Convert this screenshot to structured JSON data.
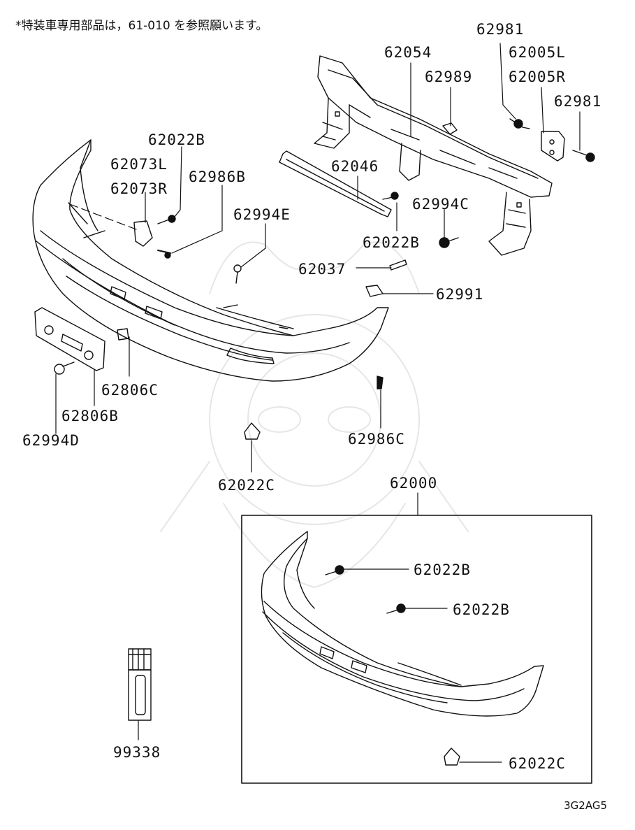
{
  "note": "*特装車専用部品は，61-010 を参照願います。",
  "diagram_code": "3G2AG5",
  "parts": {
    "p62981a": "62981",
    "p62054": "62054",
    "p62005L": "62005L",
    "p62989": "62989",
    "p62005R": "62005R",
    "p62981b": "62981",
    "p62022B_a": "62022B",
    "p62073L": "62073L",
    "p62986B": "62986B",
    "p62046": "62046",
    "p62073R": "62073R",
    "p62994C": "62994C",
    "p62994E": "62994E",
    "p62022B_b": "62022B",
    "p62037": "62037",
    "p62991": "62991",
    "p62806C": "62806C",
    "p62806B": "62806B",
    "p62994D": "62994D",
    "p62986C": "62986C",
    "p62022C_a": "62022C",
    "p62000": "62000",
    "p62022B_c": "62022B",
    "p62022B_d": "62022B",
    "p62022C_b": "62022C",
    "p99338": "99338"
  }
}
